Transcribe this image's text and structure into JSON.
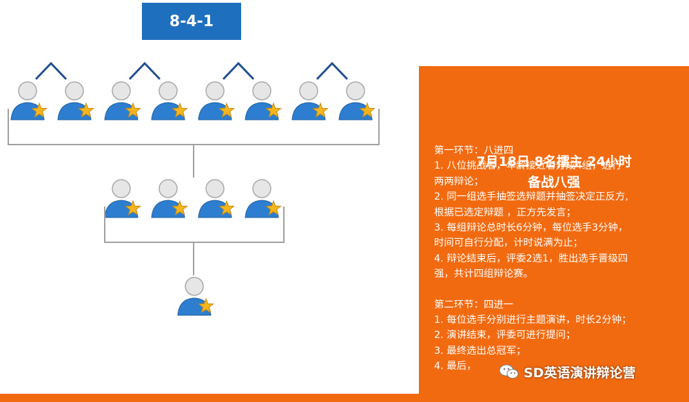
{
  "title_box": {
    "label": "8-4-1"
  },
  "colors": {
    "accent_blue": "#1f6fbf",
    "panel_orange": "#f26a10",
    "bracket_gray": "#a0a0a0",
    "star_gold": "#f5b51d"
  },
  "bracket": {
    "round1_players": 8,
    "round2_players": 4,
    "final_players": 1,
    "player_icon": "user-star-icon"
  },
  "panel": {
    "title_line1": "7月18日 8名擂主 24小时",
    "title_line2": "备战八强",
    "section1": {
      "heading": "第一环节：八进四",
      "lines": [
        "1. 八位挑战者，年龄接近者分成4组，进行",
        "两两辩论；",
        "2. 同一组选手抽签选辩题并抽签决定正反方,",
        "根据已选定辩题 ，正方先发言；",
        "3. 每组辩论总时长6分钟，每位选手3分钟，",
        "时间可自行分配，计时说满为止；",
        "4. 辩论结束后，评委2选1，胜出选手晋级四",
        "强，共计四组辩论赛。"
      ]
    },
    "section2": {
      "heading": "第二环节：四进一",
      "lines": [
        "1. 每位选手分别进行主题演讲，时长2分钟；",
        "2. 演讲结束，评委可进行提问；",
        "3. 最终选出总冠军；",
        "4. 最后，"
      ]
    }
  },
  "watermark": {
    "text": "SD英语演讲辩论营",
    "icon": "wechat-icon"
  }
}
